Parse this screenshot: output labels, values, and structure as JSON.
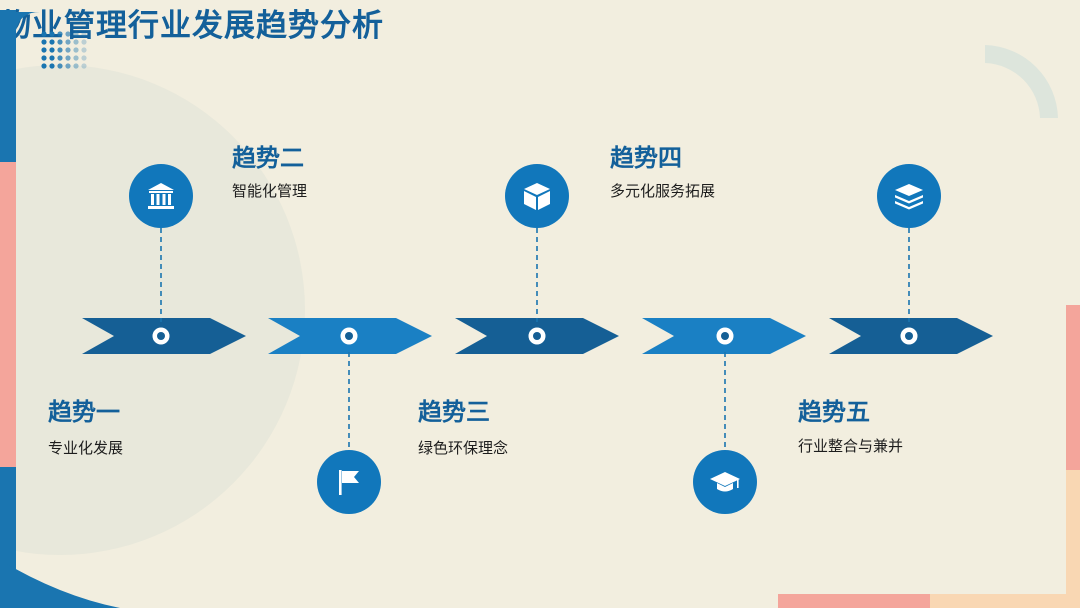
{
  "title": "物业管理行业发展趋势分析",
  "colors": {
    "title": "#13609a",
    "icon_bg": "#1177bb",
    "arrow_dark": "#155f95",
    "arrow_light": "#1a80c4",
    "accent_pink": "#f4a59b",
    "accent_peach": "#f9d7b3",
    "accent_blue": "#1a75b0",
    "background": "#f2eedf"
  },
  "trends": [
    {
      "title": "趋势一",
      "desc": "专业化发展",
      "icon": "flag-icon"
    },
    {
      "title": "趋势二",
      "desc": "智能化管理",
      "icon": "bank-icon"
    },
    {
      "title": "趋势三",
      "desc": "绿色环保理念",
      "icon": "flag-icon"
    },
    {
      "title": "趋势四",
      "desc": "多元化服务拓展",
      "icon": "cube-icon"
    },
    {
      "title": "趋势五",
      "desc": "行业整合与兼并",
      "icon": "layers-icon"
    }
  ]
}
